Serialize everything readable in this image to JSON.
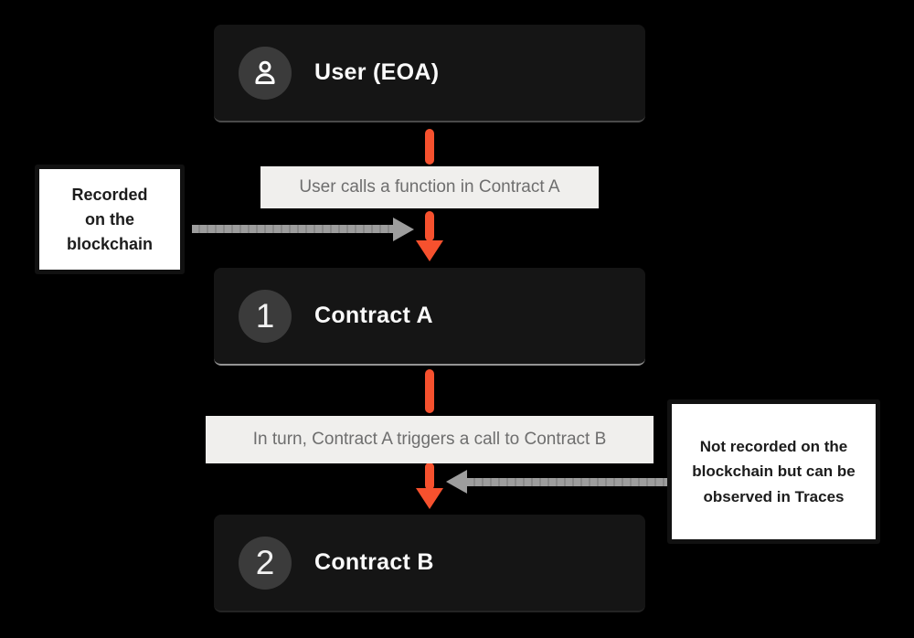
{
  "diagram": {
    "nodes": [
      {
        "title": "User (EOA)",
        "badge_icon": "person-icon"
      },
      {
        "title": "Contract A",
        "badge": "1"
      },
      {
        "title": "Contract B",
        "badge": "2"
      }
    ],
    "flow_labels": [
      "User calls a function in Contract A",
      "In turn, Contract A triggers a call to Contract B"
    ],
    "notes": {
      "left": "Recorded on the blockchain",
      "right": "Not recorded on the blockchain but can be observed in Traces"
    },
    "colors": {
      "background": "#000000",
      "node_bg": "#151515",
      "badge_bg": "#3B3B3B",
      "node_text": "#FAFAFA",
      "label_bg": "#F0EFED",
      "label_text": "#6E6E6E",
      "arrow_orange": "#F6512E",
      "arrow_gray": "#9D9D9D",
      "note_bg": "#FFFFFF",
      "note_border": "#111111",
      "note_text": "#1C1C1C"
    }
  }
}
